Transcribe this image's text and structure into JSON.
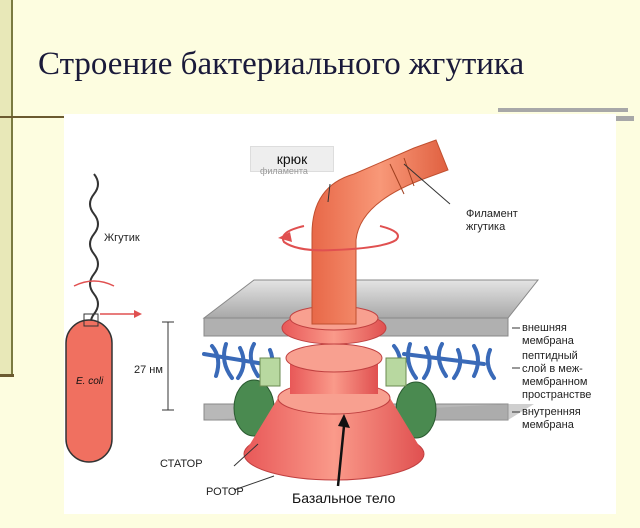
{
  "title": "Строение бактериального жгутика",
  "labels": {
    "hook": "крюк",
    "hidden_under_hook": "филамента",
    "flagellum": "Жгутик",
    "filament_line1": "Филамент",
    "filament_line2": "жгутика",
    "ecoli": "E. coli",
    "size": "27 нм",
    "outer_membrane_line1": "внешняя",
    "outer_membrane_line2": "мембрана",
    "peptide_line1": "пептидный",
    "peptide_line2": "слой в меж-",
    "peptide_line3": "мембранном",
    "peptide_line4": "пространстве",
    "inner_membrane_line1": "внутренняя",
    "inner_membrane_line2": "мембрана",
    "stator": "СТАТОР",
    "rotor": "РОТОР",
    "basal_body": "Базальное тело"
  },
  "colors": {
    "background": "#fdfde0",
    "filament": "#f08060",
    "membrane": "#c8c8c8",
    "peptidoglycan": "#3a6ab8",
    "stator": "#4a8a50",
    "rotor": "#f07070"
  }
}
